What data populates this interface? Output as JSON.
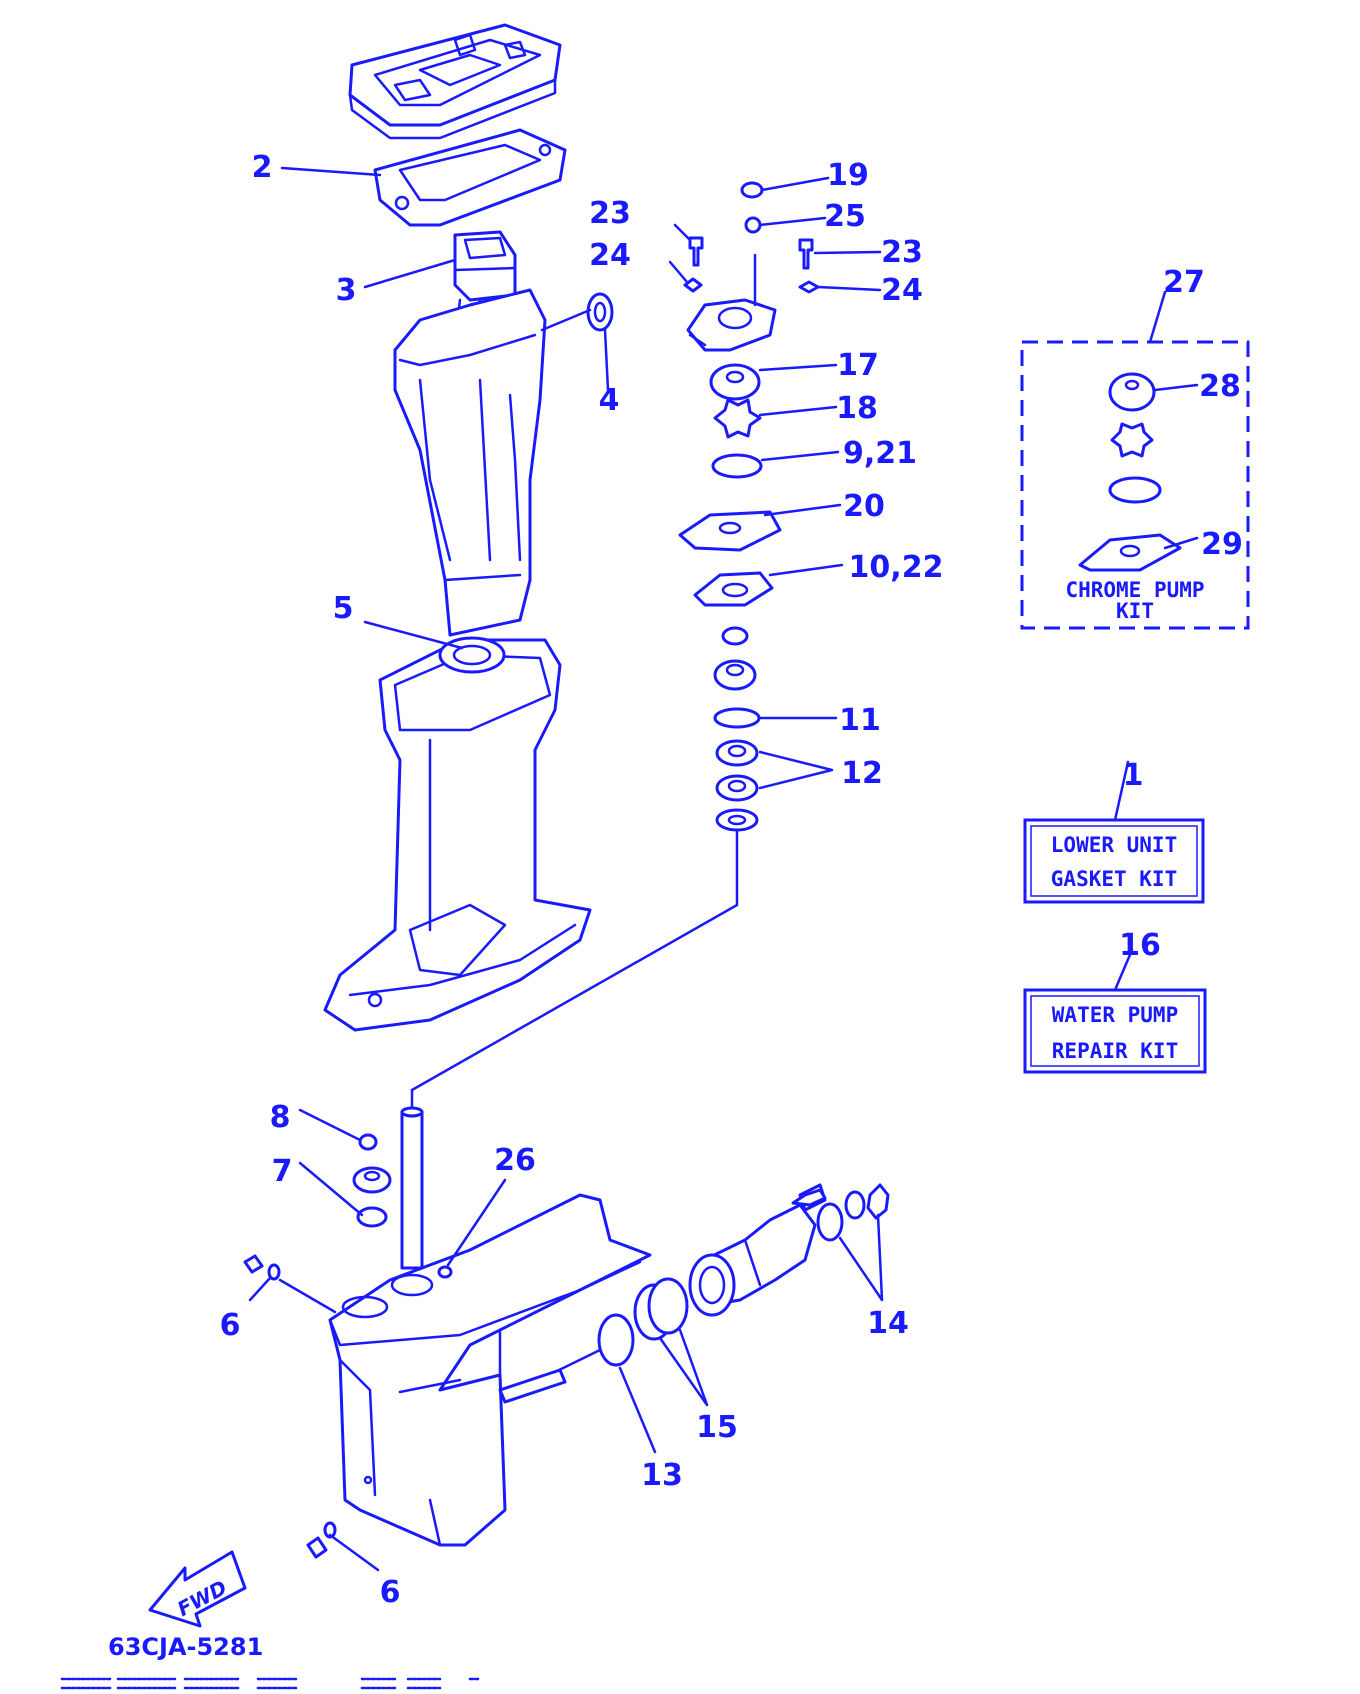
{
  "colors": {
    "ink": "#1a1aff",
    "paper": "#ffffff"
  },
  "diagram": {
    "callouts": {
      "c1": "1",
      "c2": "2",
      "c3": "3",
      "c4": "4",
      "c5": "5",
      "c6a": "6",
      "c6b": "6",
      "c7": "7",
      "c8": "8",
      "c9_21": "9,21",
      "c10_22": "10,22",
      "c11": "11",
      "c12": "12",
      "c13": "13",
      "c14": "14",
      "c15": "15",
      "c16": "16",
      "c17": "17",
      "c18": "18",
      "c19": "19",
      "c20": "20",
      "c23a": "23",
      "c23b": "23",
      "c24a": "24",
      "c24b": "24",
      "c25": "25",
      "c26": "26",
      "c27": "27",
      "c28": "28",
      "c29": "29"
    },
    "kits": {
      "lower_unit_line1": "LOWER UNIT",
      "lower_unit_line2": "GASKET KIT",
      "water_pump_line1": "WATER PUMP",
      "water_pump_line2": "REPAIR KIT",
      "chrome_pump_line1": "CHROME PUMP",
      "chrome_pump_line2": "KIT"
    },
    "direction_label": "FWD",
    "catalog_code": "63CJA-5281"
  }
}
